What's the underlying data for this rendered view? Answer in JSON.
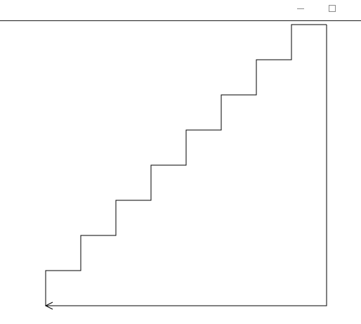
{
  "window": {
    "controls": [
      {
        "name": "minimize",
        "icon": "minimize-icon"
      },
      {
        "name": "maximize",
        "icon": "maximize-icon"
      }
    ]
  },
  "drawing": {
    "shape": "staircase",
    "steps": 8,
    "stroke_color": "#000000",
    "background_color": "#ffffff",
    "arrowhead": "arrow-left-icon"
  }
}
